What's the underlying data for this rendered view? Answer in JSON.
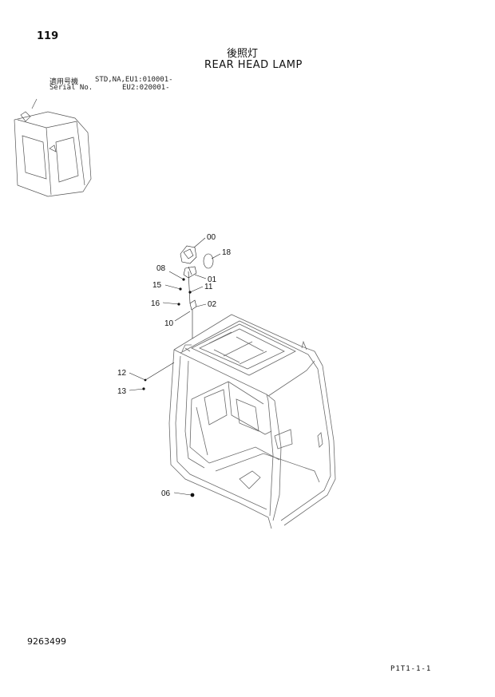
{
  "header": {
    "page_number": "119",
    "title_jp": "後照灯",
    "title_en": "REAR HEAD LAMP"
  },
  "serial": {
    "jp_label": "適用号機",
    "code_line_1": "STD,NA,EU1:010001-",
    "en_label": "Serial No.",
    "code_line_2": "EU2:020001-"
  },
  "part_labels": [
    "00",
    "18",
    "08",
    "01",
    "15",
    "11",
    "16",
    "02",
    "10",
    "12",
    "13",
    "06"
  ],
  "footer": {
    "drawing_number": "9263499",
    "page_code": "P1T1-1-1"
  }
}
